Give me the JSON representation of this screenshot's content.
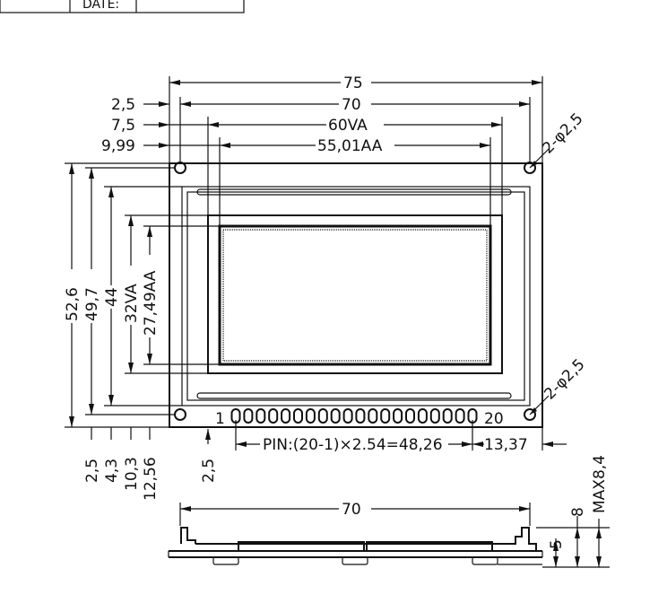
{
  "title_block": {
    "cell_text": "DATE:"
  },
  "top_dims": {
    "overall": "75",
    "hole_center": "70",
    "va": "60VA",
    "aa": "55,01AA"
  },
  "left_offsets": {
    "d1": "2,5",
    "d2": "7,5",
    "d3": "9,99"
  },
  "hole_label": "2-φ2,5",
  "height_dims": {
    "h1": "52,6",
    "h2": "49,7",
    "h3": "44",
    "h4": "32VA",
    "h5": "27,49AA"
  },
  "bottom_dims": {
    "b1": "2,5",
    "b2": "4,3",
    "b3": "10,3",
    "b4": "12,56",
    "b5": "2,5"
  },
  "pins": {
    "first": "1",
    "last": "20",
    "count": 20,
    "pitch_label": "PIN:(20-1)×2.54=48,26",
    "right_offset": "13,37"
  },
  "side_view": {
    "width": "70",
    "h_total": "8",
    "h_pcb": "5",
    "h_max": "MAX8,4"
  },
  "colors": {
    "ink": "#111111",
    "background": "#ffffff"
  }
}
